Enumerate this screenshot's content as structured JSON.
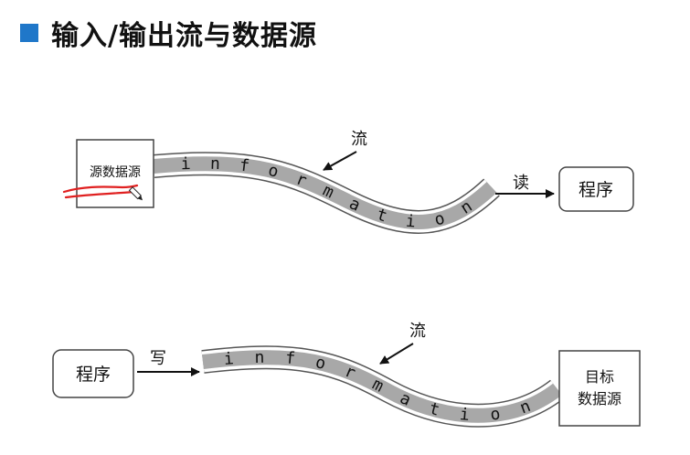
{
  "title": "输入/输出流与数据源",
  "colors": {
    "accent": "#1f77c9",
    "stream_fill": "#a8a8a8",
    "annotation": "#e02020",
    "stamp_border": "#444444"
  },
  "input_flow": {
    "source_box": "源数据源",
    "stream_letters": [
      "i",
      "n",
      "f",
      "o",
      "r",
      "m",
      "a",
      "t",
      "i",
      "o",
      "n"
    ],
    "stream_label": "流",
    "read_label": "读",
    "program_box": "程序"
  },
  "output_flow": {
    "program_box": "程序",
    "write_label": "写",
    "stream_letters": [
      "i",
      "n",
      "f",
      "o",
      "r",
      "m",
      "a",
      "t",
      "i",
      "o",
      "n"
    ],
    "stream_label": "流",
    "target_box_line1": "目标",
    "target_box_line2": "数据源"
  },
  "icons": [
    "pen-icon"
  ]
}
